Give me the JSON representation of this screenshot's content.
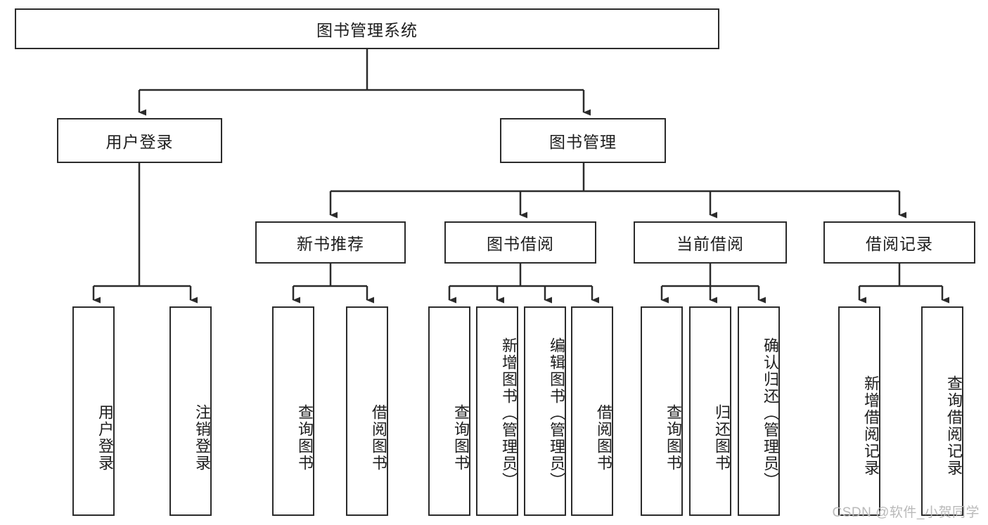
{
  "diagram": {
    "title": "图书管理系统",
    "type": "tree-hierarchy",
    "watermark": "CSDN @软件_小贺同学",
    "colors": {
      "stroke": "#2b2b2b",
      "background": "#ffffff",
      "text": "#1d1d1d",
      "watermark": "#b9b9b9"
    },
    "root": {
      "label": "图书管理系统"
    },
    "level2": [
      {
        "label": "用户登录"
      },
      {
        "label": "图书管理"
      }
    ],
    "level3": [
      {
        "label": "新书推荐"
      },
      {
        "label": "图书借阅"
      },
      {
        "label": "当前借阅"
      },
      {
        "label": "借阅记录"
      }
    ],
    "leaves": {
      "user_login": [
        {
          "label": "用户登录"
        },
        {
          "label": "注销登录"
        }
      ],
      "new_book_recommend": [
        {
          "label": "查询图书"
        },
        {
          "label": "借阅图书"
        }
      ],
      "book_borrow": [
        {
          "label": "查询图书"
        },
        {
          "label": "新增图书（管理员）"
        },
        {
          "label": "编辑图书（管理员）"
        },
        {
          "label": "借阅图书"
        }
      ],
      "current_borrow": [
        {
          "label": "查询图书"
        },
        {
          "label": "归还图书"
        },
        {
          "label": "确认归还（管理员）"
        }
      ],
      "borrow_record": [
        {
          "label": "新增借阅记录"
        },
        {
          "label": "查询借阅记录"
        }
      ]
    }
  }
}
